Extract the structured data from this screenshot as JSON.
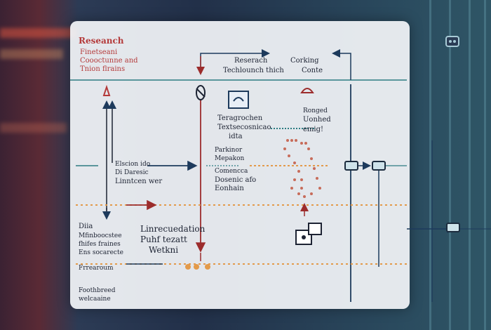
{
  "header": {
    "title": "Reseanch",
    "subtitle_lines": [
      "Finetseani",
      "Coooctunne and",
      "Tnion flrains"
    ]
  },
  "top_labels": {
    "left_line1": "Reserach",
    "left_line2": "Techlounch thich",
    "right_line1": "Corking",
    "right_line2": "Conte"
  },
  "nodes": {
    "teragrochen": [
      "Teragrochen",
      "Textsecosnicao",
      "idta"
    ],
    "ronged": [
      "Ronged",
      "Uonhed",
      "emig!"
    ],
    "parking": [
      "Parkinor",
      "Mepakon"
    ],
    "comenced": [
      "Comencca",
      "Dosenic afo",
      "Eonhain"
    ],
    "dareteric": [
      "Elscion  ido",
      "Di  Daresic",
      "Linntcen wer"
    ],
    "diia": [
      "Diia",
      "Mfinboocstee",
      "fhifes fraines",
      "Ens socarecte"
    ],
    "linrecuedation": [
      "Linrecuedation",
      "Puhf  tezatt",
      "Wetkni"
    ],
    "frrearoum": "Frrearoum",
    "foothbreed": [
      "Foothbreed",
      "welcaaine"
    ]
  },
  "colors": {
    "accent_red": "#b43a3a",
    "navy": "#1d3a5c",
    "orange": "#e39a4a",
    "teal": "#2c7c82",
    "card_bg": "#f2f4f7"
  },
  "icons": [
    "bug-icon",
    "window-icon",
    "robot-icon",
    "puzzle-icon",
    "caution-icon",
    "triangle-arrow-icon"
  ]
}
